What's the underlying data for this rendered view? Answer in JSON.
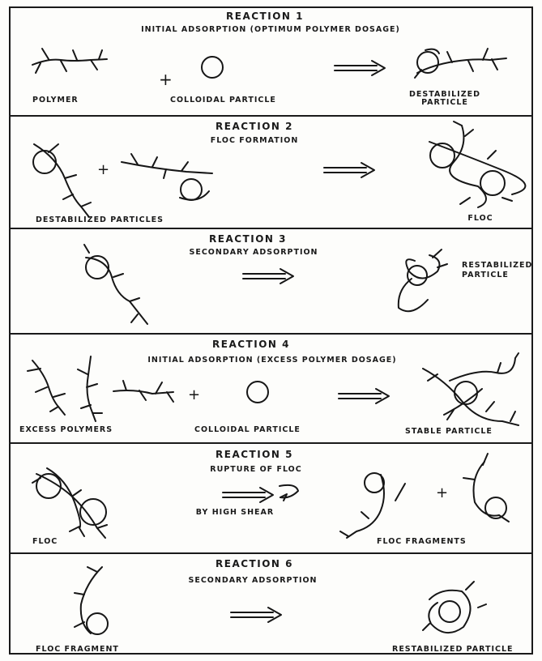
{
  "reactions": [
    {
      "title": "REACTION 1",
      "subtitle": "INITIAL ADSORPTION   (OPTIMUM POLYMER DOSAGE)",
      "labels": {
        "polymer": "POLYMER",
        "colloid": "COLLOIDAL PARTICLE",
        "product_a": "DESTABILIZED",
        "product_b": "PARTICLE"
      },
      "plus": "+"
    },
    {
      "title": "REACTION 2",
      "subtitle": "FLOC FORMATION",
      "labels": {
        "reactants": "DESTABILIZED PARTICLES",
        "product": "FLOC"
      },
      "plus": "+"
    },
    {
      "title": "REACTION 3",
      "subtitle": "SECONDARY ADSORPTION",
      "labels": {
        "product_a": "RESTABILIZED",
        "product_b": "PARTICLE"
      }
    },
    {
      "title": "REACTION 4",
      "subtitle": "INITIAL ADSORPTION  (EXCESS POLYMER DOSAGE)",
      "labels": {
        "polymers": "EXCESS POLYMERS",
        "colloid": "COLLOIDAL PARTICLE",
        "product": "STABLE PARTICLE"
      },
      "plus": "+"
    },
    {
      "title": "REACTION 5",
      "subtitle": "RUPTURE OF FLOC",
      "subtitle2": "BY HIGH SHEAR",
      "labels": {
        "reactant": "FLOC",
        "product": "FLOC FRAGMENTS"
      },
      "plus": "+"
    },
    {
      "title": "REACTION 6",
      "subtitle": "SECONDARY ADSORPTION",
      "labels": {
        "reactant": "FLOC FRAGMENT",
        "product": "RESTABILIZED PARTICLE"
      }
    }
  ]
}
